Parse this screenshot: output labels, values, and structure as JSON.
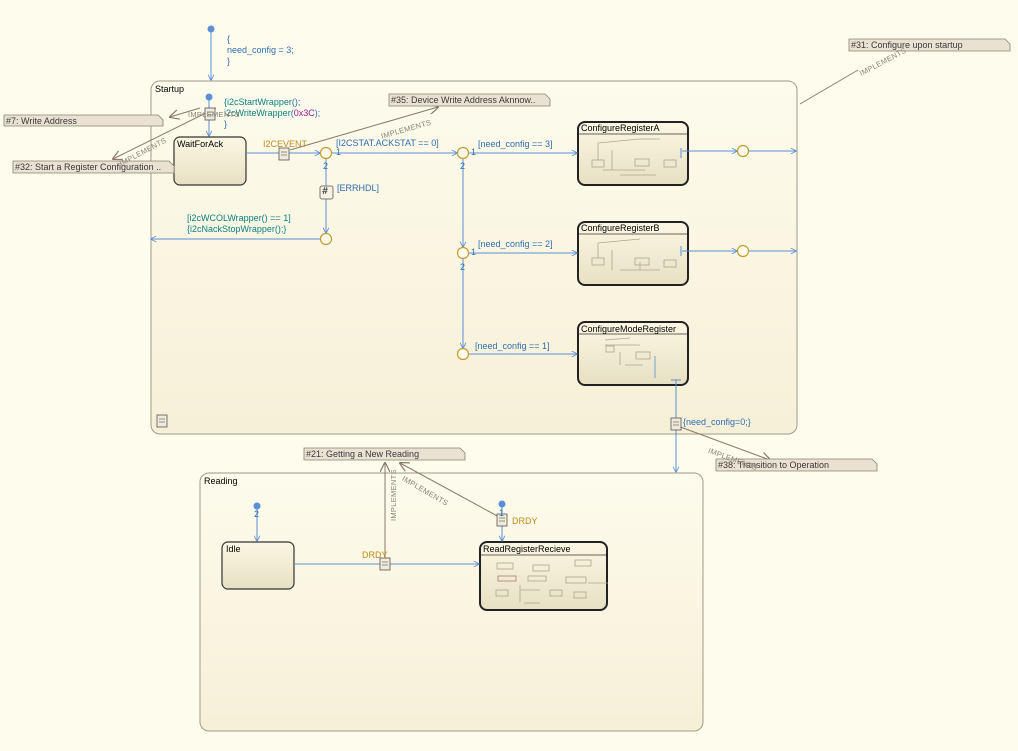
{
  "colors": {
    "background": "#fefcec",
    "transition": "#5b8fd6",
    "state_border": "#333333",
    "requirement_fill": "#e9e2d2",
    "event": "#c58a18"
  },
  "states": {
    "startup": "Startup",
    "wait_for_ack": "WaitForAck",
    "configure_register_a": "ConfigureRegisterA",
    "configure_register_b": "ConfigureRegisterB",
    "configure_mode_register": "ConfigureModeRegister",
    "reading": "Reading",
    "idle": "Idle",
    "read_register_recieve": "ReadRegisterRecieve"
  },
  "requirements": {
    "r31": "#31: Configure upon startup",
    "r7": "#7: Write Address",
    "r35": "#35: Device Write Address Aknnow..",
    "r32": "#32: Start a Register Configuration ..",
    "r21": "#21: Getting a New Reading",
    "r38": "#38: Transition to Operation"
  },
  "implements_label": "IMPLEMENTS",
  "top_default": {
    "open": "{",
    "body": "need_config = 3;",
    "close": "}"
  },
  "startup_default": {
    "l1_fn": "{i2cStartWrapper",
    "l1_rest": "();",
    "l2_fn": "i2cWriteWrapper",
    "l2_arg": "0x3C",
    "l2_rest": ");",
    "l3": "}"
  },
  "events": {
    "i2cevent": "I2CEVENT",
    "drdy_transition": "DRDY",
    "drdy_default": "DRDY"
  },
  "guards": {
    "ackstat": "[I2CSTAT.ACKSTAT == 0]",
    "errhdl": "[ERRHDL]",
    "wcol_cond": "[i2cWCOLWrapper() == 1]",
    "wcol_action": "{i2cNackStopWrapper();}",
    "need3": "[need_config == 3]",
    "need2": "[need_config == 2]",
    "need1": "[need_config == 1]",
    "exit_action": "{need_config=0;}"
  },
  "priorities": {
    "p1a": "1",
    "p2a": "2",
    "p1b": "1",
    "p2b": "2",
    "p1c": "1",
    "p2c": "2",
    "p_idle": "2",
    "p_drdy": "1"
  },
  "hash_symbol": "#"
}
